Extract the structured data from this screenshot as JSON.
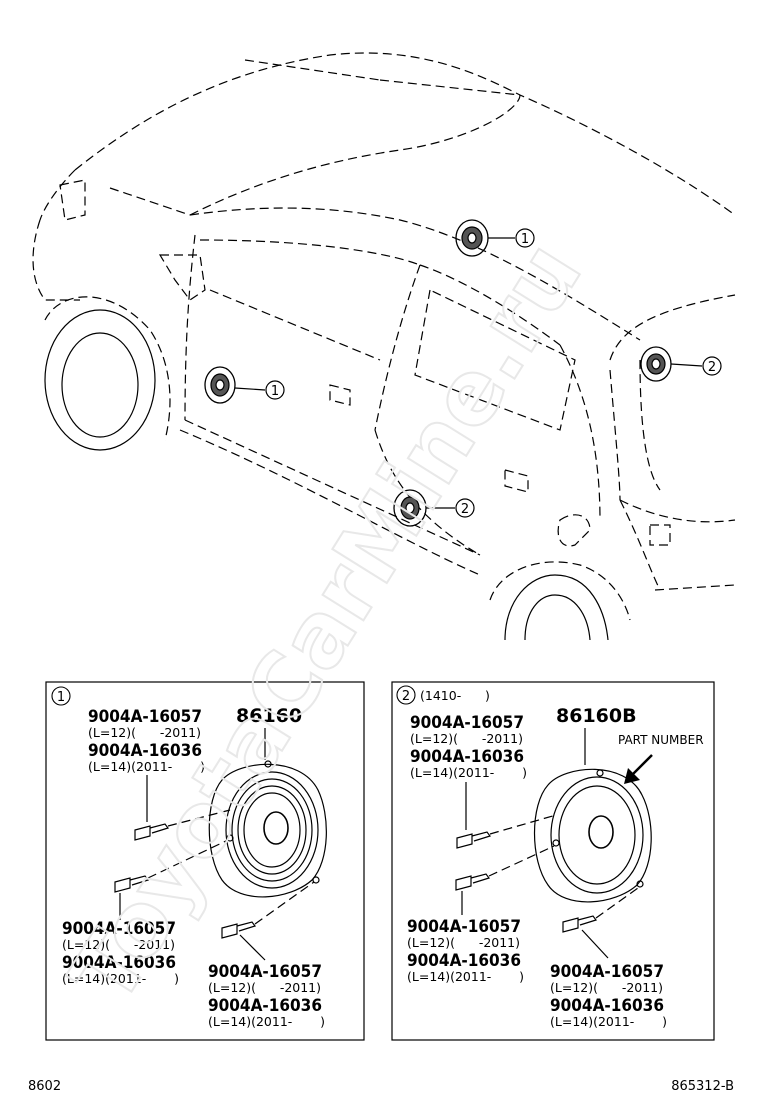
{
  "watermark": "ToyotaCarMine.ru",
  "callouts": {
    "c1a": "1",
    "c1b": "1",
    "c2a": "2",
    "c2b": "2"
  },
  "panel1": {
    "num": "1",
    "main_part": "86160",
    "top": {
      "pn1": "9004A-16057",
      "sub1": "(L=12)(      -2011)",
      "pn2": "9004A-16036",
      "sub2": "(L=14)(2011-       )"
    },
    "left": {
      "pn1": "9004A-16057",
      "sub1": "(L=12)(      -2011)",
      "pn2": "9004A-16036",
      "sub2": "(L=14)(2011-       )"
    },
    "right": {
      "pn1": "9004A-16057",
      "sub1": "(L=12)(      -2011)",
      "pn2": "9004A-16036",
      "sub2": "(L=14)(2011-       )"
    }
  },
  "panel2": {
    "num": "2",
    "header": "(1410-      )",
    "main_part": "86160B",
    "part_number_label": "PART NUMBER",
    "top": {
      "pn1": "9004A-16057",
      "sub1": "(L=12)(      -2011)",
      "pn2": "9004A-16036",
      "sub2": "(L=14)(2011-       )"
    },
    "left": {
      "pn1": "9004A-16057",
      "sub1": "(L=12)(      -2011)",
      "pn2": "9004A-16036",
      "sub2": "(L=14)(2011-       )"
    },
    "right": {
      "pn1": "9004A-16057",
      "sub1": "(L=12)(      -2011)",
      "pn2": "9004A-16036",
      "sub2": "(L=14)(2011-       )"
    }
  },
  "footer": {
    "left": "8602",
    "right": "865312-B"
  }
}
